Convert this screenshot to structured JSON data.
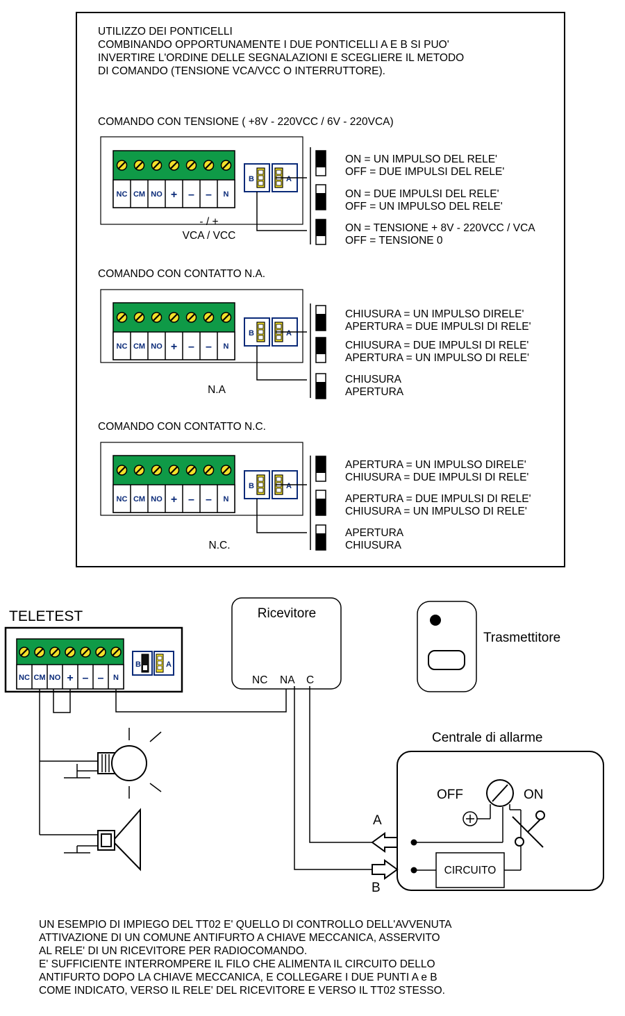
{
  "top_box": {
    "heading": [
      "UTILIZZO DEI PONTICELLI",
      "COMBINANDO OPPORTUNAMENTE I DUE PONTICELLI A E B SI PUO'",
      "INVERTIRE L'ORDINE DELLE SEGNALAZIONI E SCEGLIERE IL METODO",
      "DI COMANDO (TENSIONE VCA/VCC O INTERRUTTORE)."
    ],
    "sections": [
      {
        "title": "COMANDO CON TENSIONE ( +8V - 220VCC / 6V - 220VCA)",
        "sub_label": [
          "- / +",
          "VCA / VCC"
        ],
        "notes": [
          [
            "ON = UN IMPULSO DEL RELE'",
            "OFF = DUE IMPULSI DEL RELE'"
          ],
          [
            "ON = DUE IMPULSI DEL RELE'",
            "OFF = UN IMPULSO DEL RELE'"
          ],
          [
            "ON = TENSIONE + 8V - 220VCC / VCA",
            "OFF = TENSIONE 0"
          ]
        ]
      },
      {
        "title": "COMANDO CON CONTATTO N.A.",
        "sub_label": [
          "N.A"
        ],
        "notes": [
          [
            "CHIUSURA = UN IMPULSO DIRELE'",
            "APERTURA = DUE IMPULSI DI RELE'"
          ],
          [
            "CHIUSURA = DUE IMPULSI DI RELE'",
            "APERTURA = UN IMPULSO DI RELE'"
          ],
          [
            "CHIUSURA",
            "APERTURA"
          ]
        ]
      },
      {
        "title": "COMANDO CON CONTATTO N.C.",
        "sub_label": [
          "N.C."
        ],
        "notes": [
          [
            "APERTURA  = UN IMPULSO DIRELE'",
            "CHIUSURA = DUE IMPULSI DI RELE'"
          ],
          [
            "APERTURA = DUE IMPULSI DI RELE'",
            "CHIUSURA = UN IMPULSO DI RELE'"
          ],
          [
            "APERTURA",
            "CHIUSURA"
          ]
        ]
      }
    ]
  },
  "terminals": [
    "NC",
    "CM",
    "NO",
    "+",
    "–",
    "–",
    "N"
  ],
  "jumper_labels": {
    "b": "B",
    "a": "A"
  },
  "wiring": {
    "device_title": "TELETEST",
    "receiver_title": "Ricevitore",
    "receiver_terminals": [
      "NC",
      "NA",
      "C"
    ],
    "transmitter_label": "Trasmettitore",
    "alarm_title": "Centrale di allarme",
    "key_off": "OFF",
    "key_on": "ON",
    "circuit_label": "CIRCUITO",
    "point_a": "A",
    "point_b": "B"
  },
  "footer": [
    "UN ESEMPIO DI IMPIEGO DEL TT02 E' QUELLO DI CONTROLLO DELL'AVVENUTA",
    "ATTIVAZIONE DI UN COMUNE ANTIFURTO A CHIAVE MECCANICA, ASSERVITO",
    "AL RELE' DI UN RICEVITORE PER RADIOCOMANDO.",
    "E' SUFFICIENTE INTERROMPERE IL FILO CHE ALIMENTA IL CIRCUITO DELLO",
    "ANTIFURTO DOPO LA CHIAVE MECCANICA, E COLLEGARE I DUE PUNTI A e B",
    "COME INDICATO, VERSO IL RELE' DEL RICEVITORE E VERSO IL TT02 STESSO."
  ],
  "colors": {
    "terminal_green": "#0f9a47",
    "terminal_blue": "#0a2a78",
    "screw_yellow": "#f3e12a"
  }
}
